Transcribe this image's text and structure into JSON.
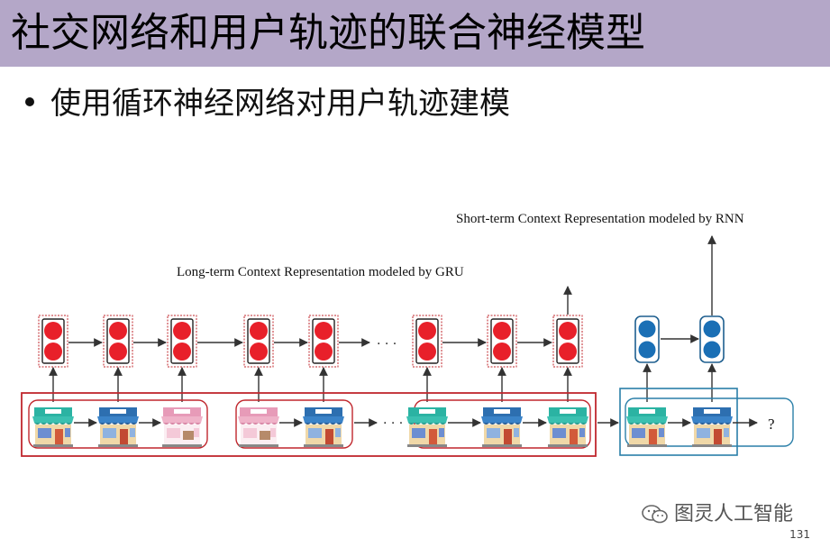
{
  "title": "社交网络和用户轨迹的联合神经模型",
  "bullet": "使用循环神经网络对用户轨迹建模",
  "diagram": {
    "short_term_label": "Short-term Context Representation modeled by RNN",
    "long_term_label": "Long-term Context Representation modeled by GRU",
    "ellipsis": "· · ·",
    "question_mark": "?",
    "colors": {
      "gru_cell": "#e8202a",
      "rnn_cell": "#1a6fb5",
      "long_term_box": "#c0272d",
      "short_term_box": "#2a7fa8"
    },
    "icons": [
      "store-green-icon",
      "store-blue-icon",
      "store-pink-icon"
    ]
  },
  "watermark": "图灵人工智能",
  "page_number": "131"
}
